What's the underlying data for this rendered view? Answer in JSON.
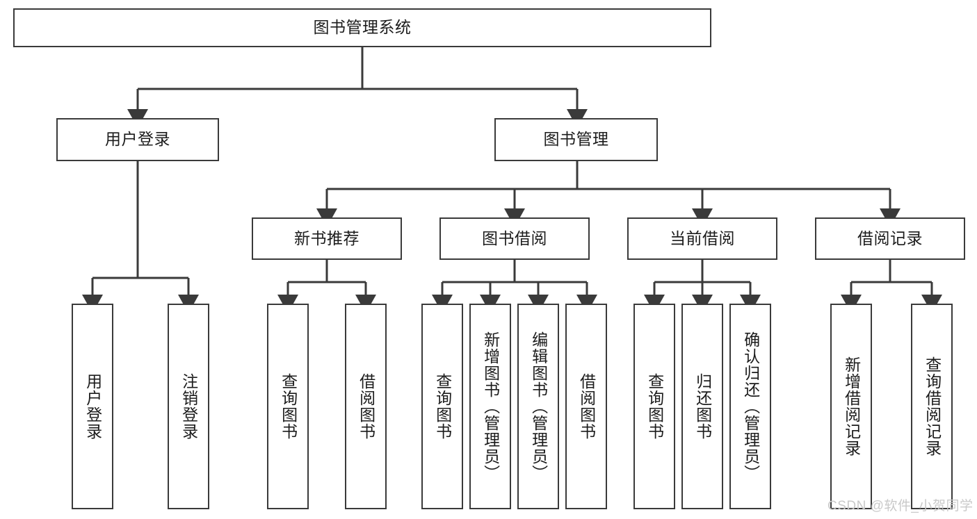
{
  "diagram": {
    "title": "图书管理系统",
    "type": "tree-hierarchy-diagram",
    "colors": {
      "border": "#3a3a3a",
      "background": "#ffffff",
      "text": "#1c1c1c",
      "connector": "#3a3a3a",
      "watermark": "#c9c9c9"
    },
    "root": {
      "label": "图书管理系统"
    },
    "level2": [
      {
        "label": "用户登录"
      },
      {
        "label": "图书管理"
      }
    ],
    "level3": [
      {
        "label": "新书推荐"
      },
      {
        "label": "图书借阅"
      },
      {
        "label": "当前借阅"
      },
      {
        "label": "借阅记录"
      }
    ],
    "leaves": {
      "user_login": [
        {
          "label": "用户登录"
        },
        {
          "label": "注销登录"
        }
      ],
      "new_book_recommend": [
        {
          "label": "查询图书"
        },
        {
          "label": "借阅图书"
        }
      ],
      "book_borrow": [
        {
          "label": "查询图书"
        },
        {
          "label": "新增图书（管理员）"
        },
        {
          "label": "编辑图书（管理员）"
        },
        {
          "label": "借阅图书"
        }
      ],
      "current_borrow": [
        {
          "label": "查询图书"
        },
        {
          "label": "归还图书"
        },
        {
          "label": "确认归还（管理员）"
        }
      ],
      "borrow_records": [
        {
          "label": "新增借阅记录"
        },
        {
          "label": "查询借阅记录"
        }
      ]
    }
  },
  "watermark": {
    "text": "CSDN @软件_小贺同学"
  }
}
